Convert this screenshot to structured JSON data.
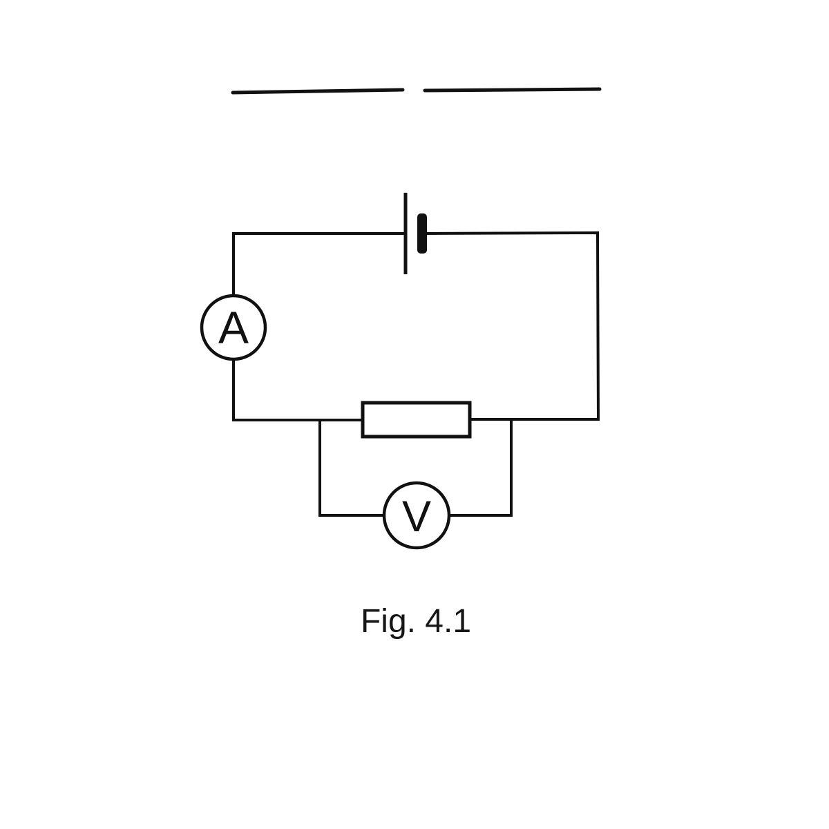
{
  "figure": {
    "caption": "Fig. 4.1",
    "background_color": "#ffffff",
    "ink_color": "#111111"
  },
  "answer_blanks": {
    "line_count": 2
  },
  "circuit": {
    "cell": {
      "symbol": "battery-cell-two-plates"
    },
    "ammeter": {
      "label": "A",
      "symbol": "circle-meter"
    },
    "voltmeter": {
      "label": "V",
      "symbol": "circle-meter"
    },
    "resistor": {
      "symbol": "rectangle-box"
    }
  }
}
